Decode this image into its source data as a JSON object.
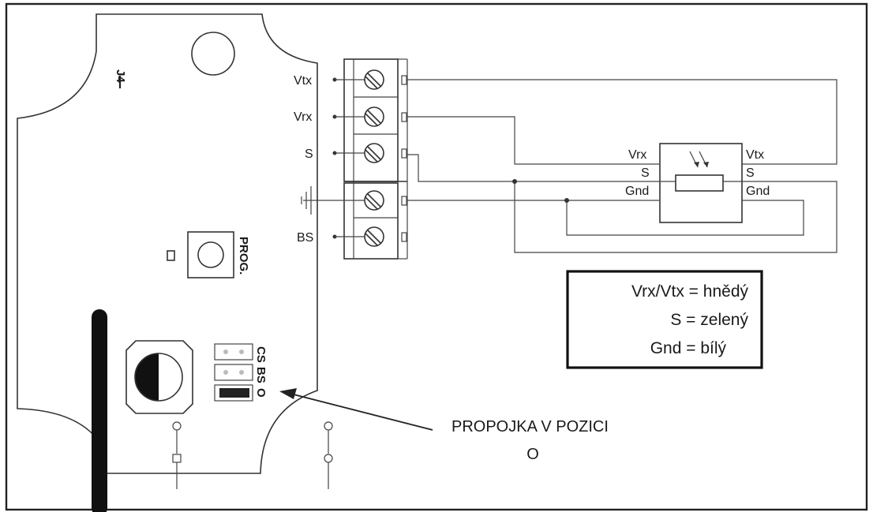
{
  "terminal_labels": {
    "vtx": "Vtx",
    "vrx": "Vrx",
    "s": "S",
    "bs": "BS"
  },
  "board": {
    "connector_label": "J4",
    "button_label": "PROG.",
    "jumper_labels": [
      "CS",
      "BS",
      "O"
    ]
  },
  "sensor": {
    "left_pins": [
      "Vrx",
      "S",
      "Gnd"
    ],
    "right_pins": [
      "Vtx",
      "S",
      "Gnd"
    ]
  },
  "legend": {
    "lines": [
      "Vrx/Vtx = hnědý",
      "S = zelený",
      "Gnd = bílý"
    ]
  },
  "callout": {
    "line1": "PROPOJKA V POZICI",
    "line2": "O"
  },
  "colors": {
    "line": "#333333",
    "background": "#ffffff"
  }
}
